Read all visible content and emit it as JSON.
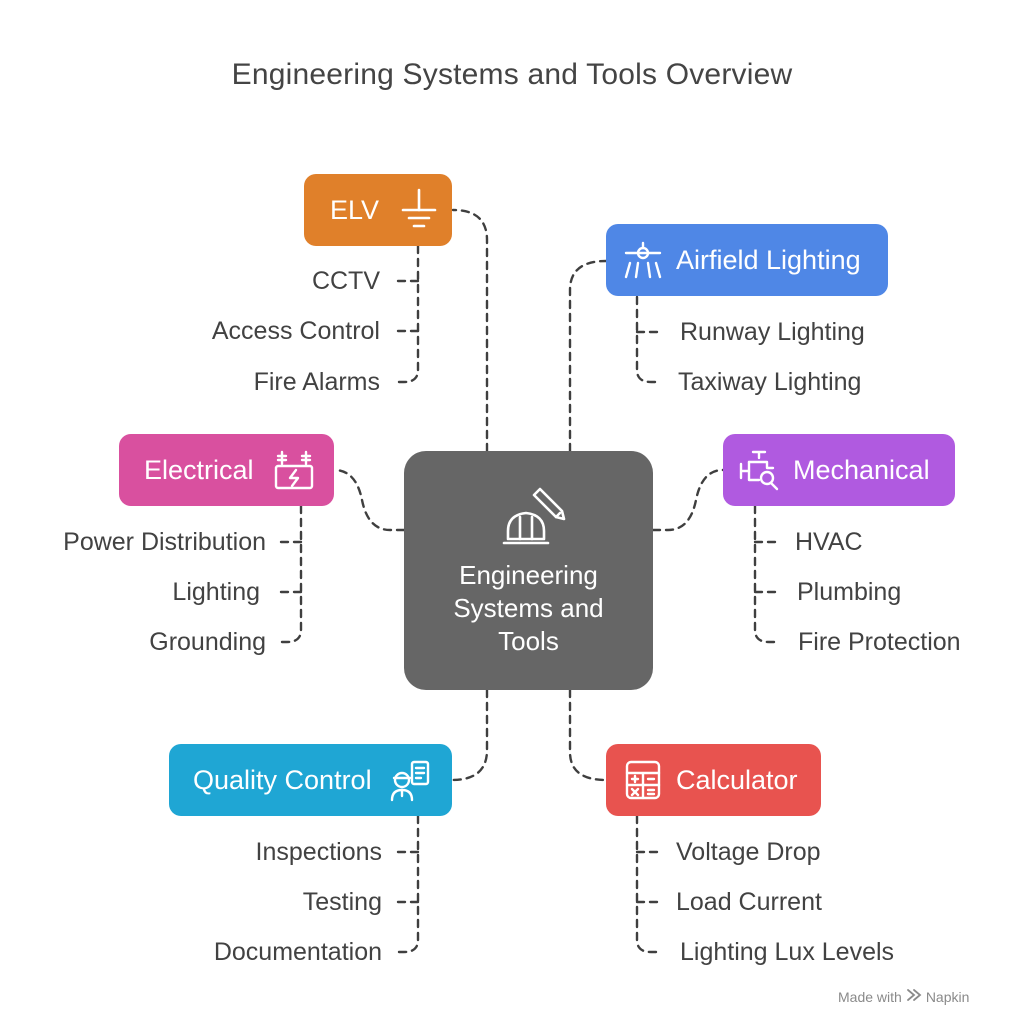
{
  "title": "Engineering Systems and Tools Overview",
  "center": {
    "label_lines": [
      "Engineering",
      "Systems and",
      "Tools"
    ]
  },
  "categories": {
    "elv": {
      "label": "ELV",
      "color": "#e0802a",
      "icon": "ground-icon",
      "items": [
        "CCTV",
        "Access Control",
        "Fire Alarms"
      ]
    },
    "airfield": {
      "label": "Airfield Lighting",
      "color": "#4f87e6",
      "icon": "airplane-icon",
      "items": [
        "Runway Lighting",
        "Taxiway Lighting"
      ]
    },
    "electrical": {
      "label": "Electrical",
      "color": "#d9509f",
      "icon": "transformer-icon",
      "items": [
        "Power Distribution",
        "Lighting",
        "Grounding"
      ]
    },
    "mechanical": {
      "label": "Mechanical",
      "color": "#b05ae0",
      "icon": "valve-inspect-icon",
      "items": [
        "HVAC",
        "Plumbing",
        "Fire Protection"
      ]
    },
    "quality": {
      "label": "Quality Control",
      "color": "#1fa6d4",
      "icon": "inspector-clipboard-icon",
      "items": [
        "Inspections",
        "Testing",
        "Documentation"
      ]
    },
    "calculator": {
      "label": "Calculator",
      "color": "#e8534f",
      "icon": "calculator-icon",
      "items": [
        "Voltage Drop",
        "Load Current",
        "Lighting Lux Levels"
      ]
    }
  },
  "footer": {
    "prefix": "Made with",
    "brand": "Napkin"
  }
}
